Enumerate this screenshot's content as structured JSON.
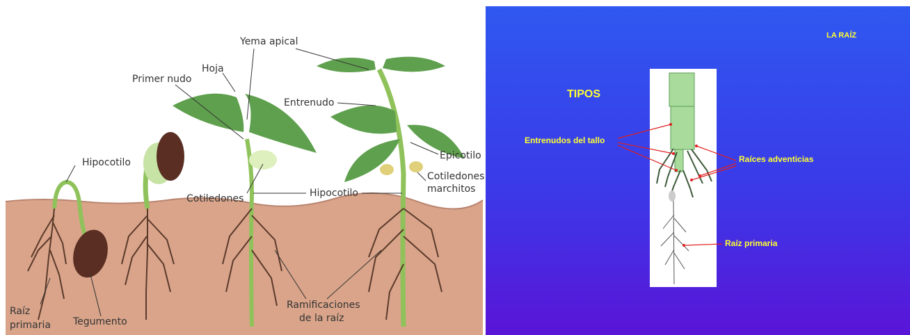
{
  "left_diagram": {
    "labels": {
      "yema_apical": "Yema apical",
      "hoja": "Hoja",
      "primer_nudo": "Primer nudo",
      "entrenudo": "Entrenudo",
      "epicotilo": "Epicotilo",
      "cotiledones_marchitos_1": "Cotiledones",
      "cotiledones_marchitos_2": "marchitos",
      "hipocotilo_left": "Hipocotilo",
      "cotiledones": "Cotiledones",
      "hipocotilo_mid": "Hipocotilo",
      "raiz_primaria_1": "Raíz",
      "raiz_primaria_2": "primaria",
      "tegumento": "Tegumento",
      "ramificaciones_1": "Ramificaciones",
      "ramificaciones_2": "de la raíz"
    },
    "colors": {
      "soil": "#d9a48a",
      "leaf": "#5fa04e",
      "stem": "#8fc25a",
      "seed": "#5a2e22",
      "root": "#5b3a2a"
    }
  },
  "right_slide": {
    "title": "LA RAÍZ",
    "heading": "TIPOS",
    "labels": {
      "entrenudos": "Entrenudos del tallo",
      "raices_adventicias": "Raíces adventicias",
      "raiz_primaria": "Raíz primaria"
    },
    "colors": {
      "text": "#ffff33",
      "arrow": "#e02020"
    }
  }
}
